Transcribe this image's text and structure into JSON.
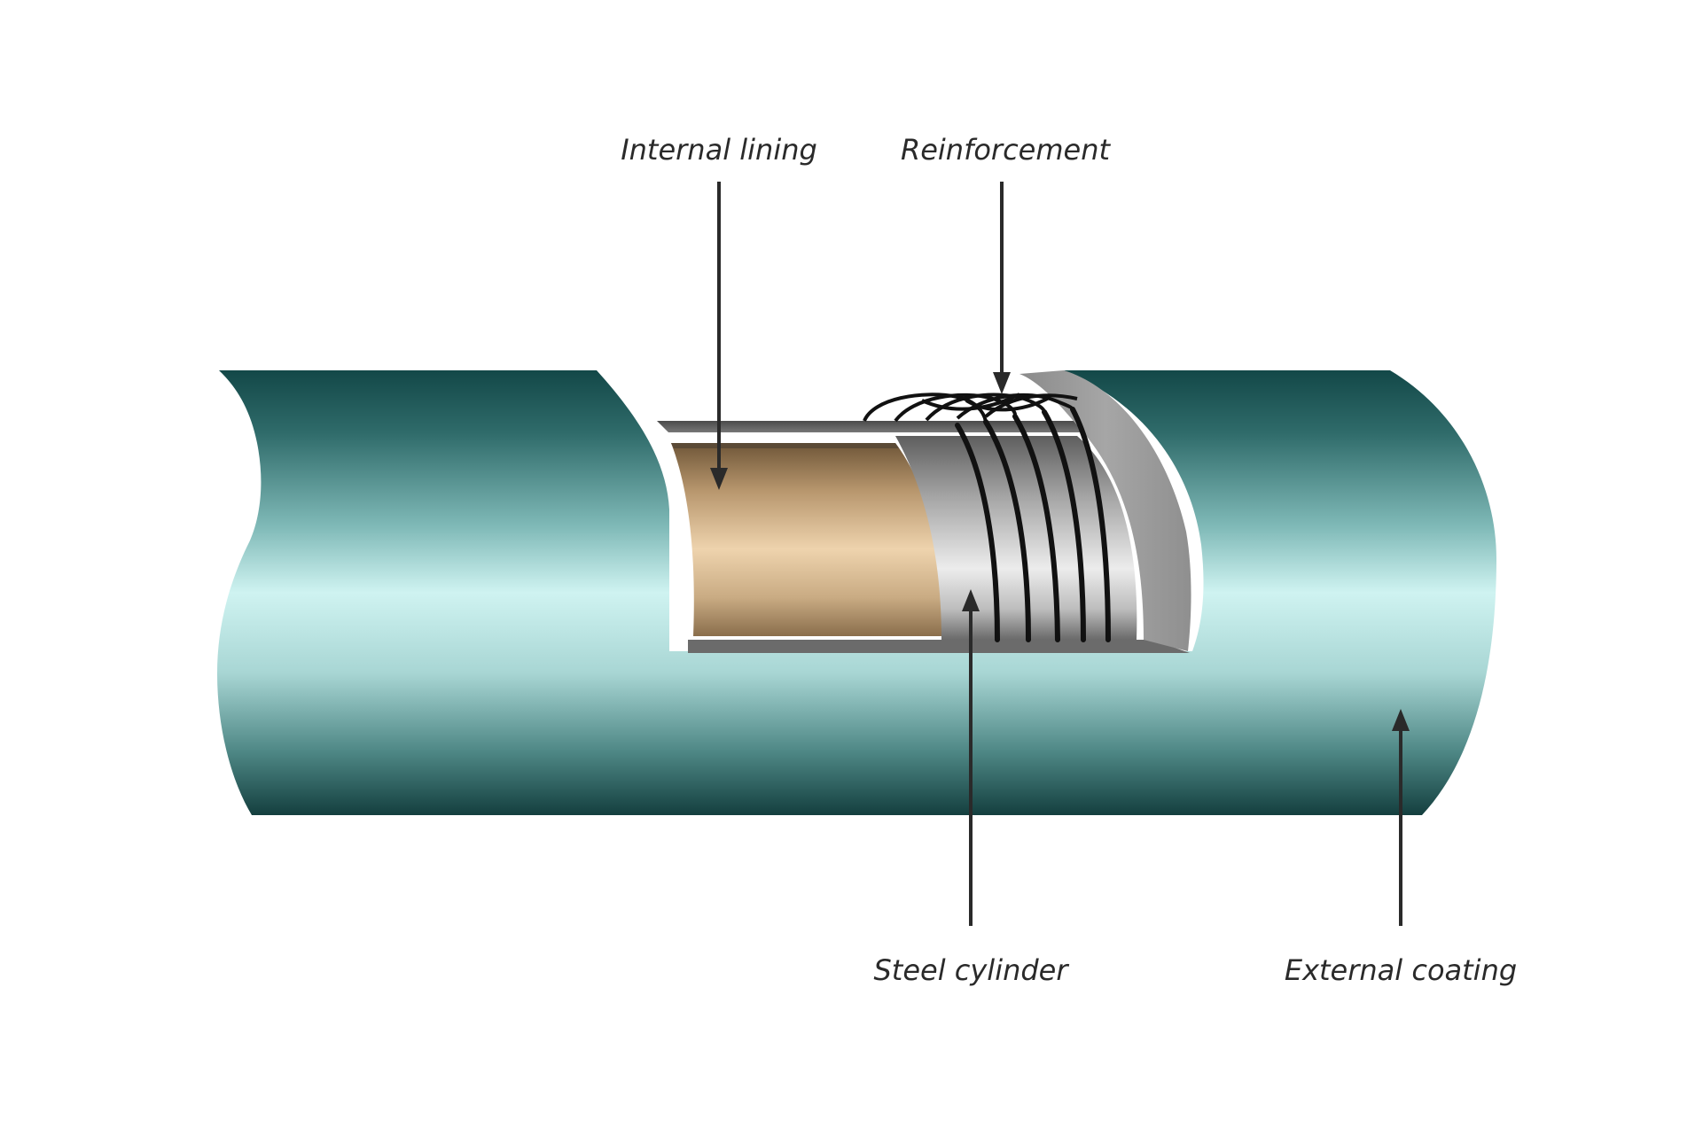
{
  "labels": {
    "internal_lining": "Internal lining",
    "reinforcement": "Reinforcement",
    "steel_cylinder": "Steel cylinder",
    "external_coating": "External coating"
  },
  "colors": {
    "coating_dark": "#134848",
    "coating_light": "#cff3f1",
    "lining_dark": "#6f5638",
    "lining_light": "#e9cea8",
    "steel_dark": "#5e5e5e",
    "steel_light": "#e6e6e6",
    "wire": "#111111",
    "label_text": "#2a2a2a",
    "arrow": "#2a2a2a"
  }
}
